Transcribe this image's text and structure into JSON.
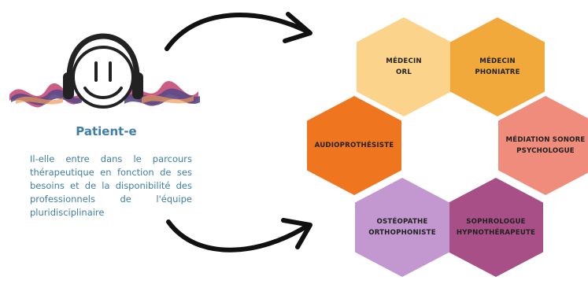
{
  "patient": {
    "title": "Patient-e",
    "description": "Il-elle entre dans le parcours thérapeutique en fonction de ses besoins et de la disponibilité des professionnels de l'équipe pluridisciplinaire"
  },
  "icons": {
    "patient": "smiling-face-headphones-icon",
    "soundwave": "soundwave-icon",
    "arrow": "curved-arrow-icon"
  },
  "hexagons": [
    {
      "lines": [
        "MÉDECIN",
        "ORL"
      ],
      "color": "#fbd38a",
      "text_color": "#222222"
    },
    {
      "lines": [
        "MÉDECIN",
        "PHONIATRE"
      ],
      "color": "#f2a93b",
      "text_color": "#222222"
    },
    {
      "lines": [
        "MÉDIATION SONORE",
        "PSYCHOLOGUE"
      ],
      "color": "#f08c7c",
      "text_color": "#222222"
    },
    {
      "lines": [
        "SOPHROLOGUE",
        "HYPNOTHÉRAPEUTE"
      ],
      "color": "#a84f87",
      "text_color": "#222222"
    },
    {
      "lines": [
        "OSTÉOPATHE",
        "ORTHOPHONISTE"
      ],
      "color": "#c397cf",
      "text_color": "#222222"
    },
    {
      "lines": [
        "AUDIOPROTHÉSISTE"
      ],
      "color": "#f0751f",
      "text_color": "#222222"
    }
  ],
  "colors": {
    "title": "#3f7fa6",
    "wave_purple": "#5a4a87",
    "wave_pink": "#c3406f",
    "wave_orange": "#f09a5a",
    "icon": "#222222"
  }
}
